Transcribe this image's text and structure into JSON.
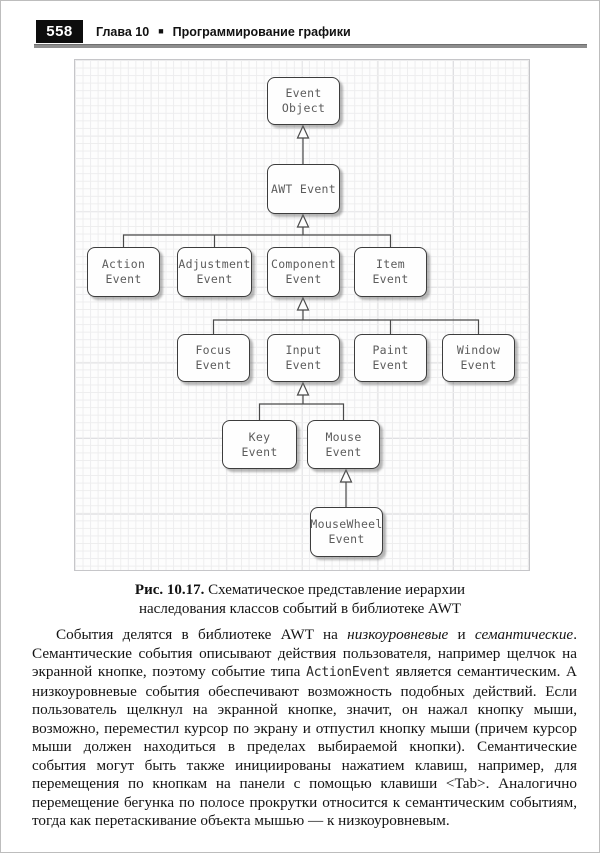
{
  "header": {
    "page_number": "558",
    "chapter": "Глава 10",
    "separator": "■",
    "title": "Программирование графики"
  },
  "diagram": {
    "description": "AWT event class inheritance hierarchy",
    "nodes": [
      {
        "name": "event-object",
        "line1": "Event",
        "line2": "Object"
      },
      {
        "name": "awt-event",
        "line1": "AWT Event"
      },
      {
        "name": "action-event",
        "line1": "Action",
        "line2": "Event"
      },
      {
        "name": "adjustment-event",
        "line1": "Adjustment",
        "line2": "Event"
      },
      {
        "name": "component-event",
        "line1": "Component",
        "line2": "Event"
      },
      {
        "name": "item-event",
        "line1": "Item",
        "line2": "Event"
      },
      {
        "name": "focus-event",
        "line1": "Focus",
        "line2": "Event"
      },
      {
        "name": "input-event",
        "line1": "Input",
        "line2": "Event"
      },
      {
        "name": "paint-event",
        "line1": "Paint",
        "line2": "Event"
      },
      {
        "name": "window-event",
        "line1": "Window",
        "line2": "Event"
      },
      {
        "name": "key-event",
        "line1": "Key",
        "line2": "Event"
      },
      {
        "name": "mouse-event",
        "line1": "Mouse",
        "line2": "Event"
      },
      {
        "name": "mousewheel-event",
        "line1": "MouseWheel",
        "line2": "Event"
      }
    ],
    "edges": [
      {
        "child": "awt-event",
        "parent": "event-object"
      },
      {
        "child": "action-event",
        "parent": "awt-event"
      },
      {
        "child": "adjustment-event",
        "parent": "awt-event"
      },
      {
        "child": "component-event",
        "parent": "awt-event"
      },
      {
        "child": "item-event",
        "parent": "awt-event"
      },
      {
        "child": "focus-event",
        "parent": "component-event"
      },
      {
        "child": "input-event",
        "parent": "component-event"
      },
      {
        "child": "paint-event",
        "parent": "component-event"
      },
      {
        "child": "window-event",
        "parent": "component-event"
      },
      {
        "child": "key-event",
        "parent": "input-event"
      },
      {
        "child": "mouse-event",
        "parent": "input-event"
      },
      {
        "child": "mousewheel-event",
        "parent": "mouse-event"
      }
    ]
  },
  "caption": {
    "figure_label": "Рис. 10.17.",
    "line1_rest": " Схематическое представление иерархии",
    "line2": "наследования классов событий в библиотеке AWT"
  },
  "paragraph": {
    "segments": [
      {
        "style": "normal",
        "text": "События делятся в библиотеке AWT на "
      },
      {
        "style": "italic",
        "text": "низкоуровневые"
      },
      {
        "style": "normal",
        "text": " и "
      },
      {
        "style": "italic",
        "text": "семантические"
      },
      {
        "style": "normal",
        "text": ". Семантические события описывают действия пользователя, например щелчок на экранной кнопке, поэтому событие типа "
      },
      {
        "style": "code",
        "text": "ActionEvent"
      },
      {
        "style": "normal",
        "text": " является семантическим. А низкоуровневые события обеспечивают возможность подобных действий. Если пользователь щелкнул на экранной кнопке, значит, он нажал кнопку мыши, возможно, переместил курсор по экрану и отпустил кнопку мыши (причем курсор мыши должен находиться в пределах выбираемой кнопки). Семантические события могут быть также инициированы нажатием клавиш, например, для перемещения по кнопкам на панели с помощью клавиши <Tab>. Аналогично перемещение бегунка по полосе прокрутки относится к семантическим событиям, тогда как перетаскивание объекта мышью — к низкоуровневым."
      }
    ]
  },
  "colors": {
    "header_block": "#0d0d0d",
    "node_border": "#3d3d3d",
    "node_text": "#5c5c5c",
    "grid_minor": "#ededee",
    "grid_major": "#d7d7db"
  }
}
